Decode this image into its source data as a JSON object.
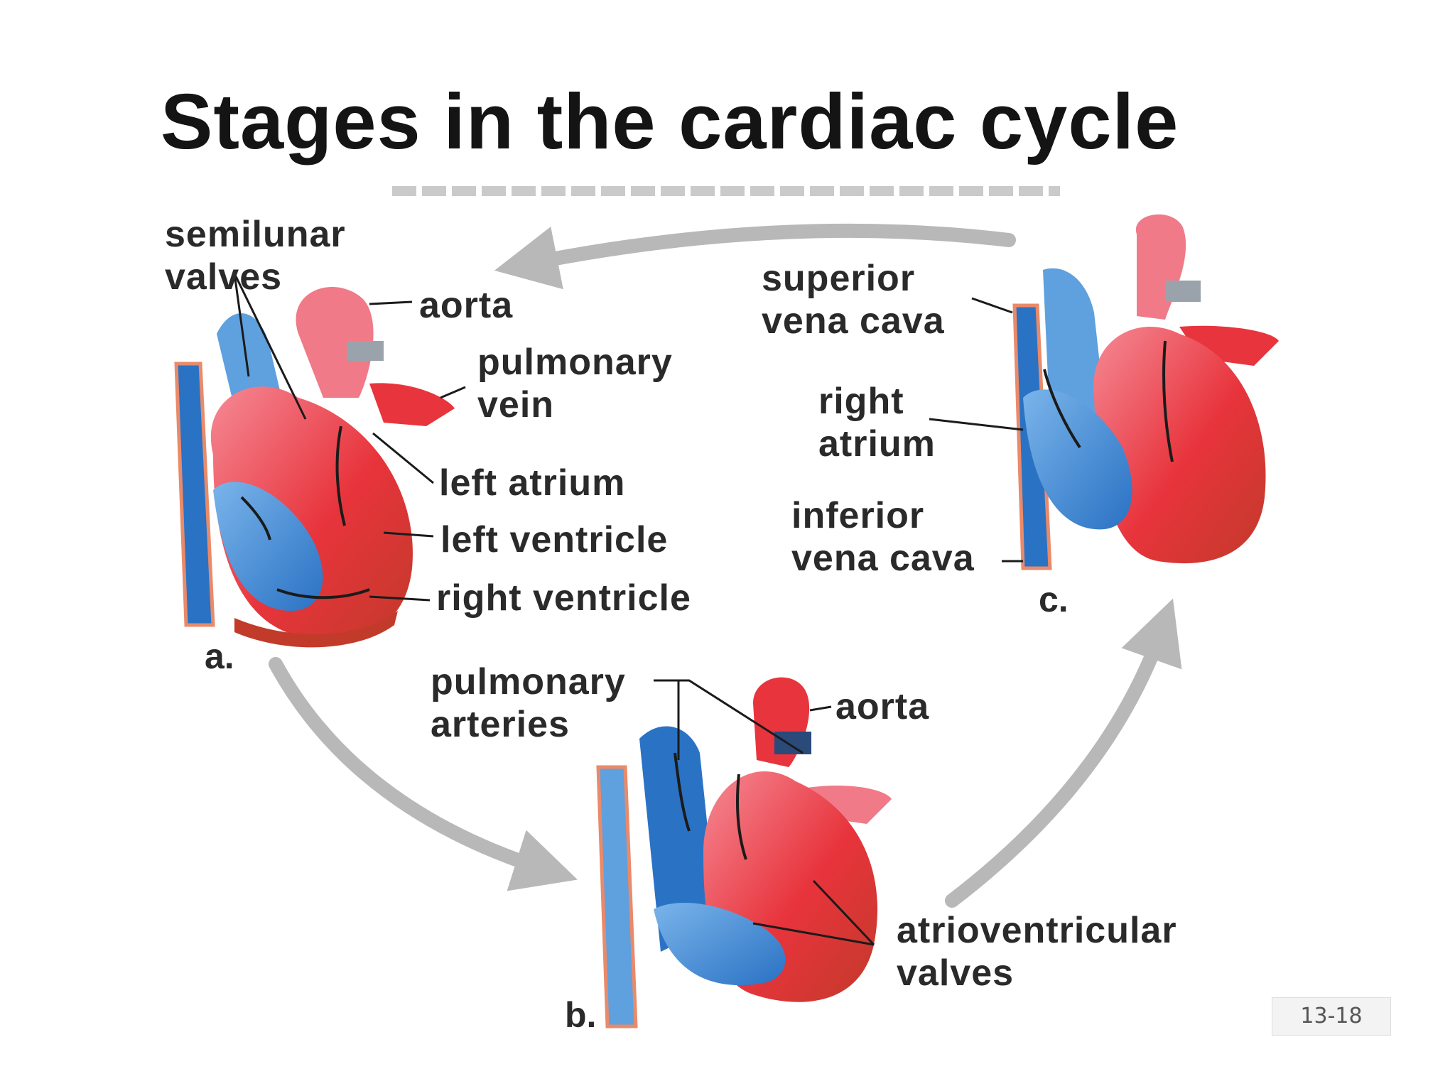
{
  "title": "Stages in the cardiac cycle",
  "colors": {
    "oxygenated": "#e8343c",
    "oxygenated_light": "#f07a88",
    "deoxygenated": "#2a72c4",
    "deoxygenated_light": "#5fa0de",
    "muscle_dark": "#c23a2a",
    "arrow": "#b8b8b8",
    "label_text": "#2a2a2a"
  },
  "stages": [
    {
      "id": "a",
      "marker": "a.",
      "labels": [
        {
          "key": "semilunar_valves",
          "lines": [
            "semilunar",
            "valves"
          ]
        },
        {
          "key": "aorta",
          "lines": [
            "aorta"
          ]
        },
        {
          "key": "pulmonary_vein",
          "lines": [
            "pulmonary",
            "vein"
          ]
        },
        {
          "key": "left_atrium",
          "lines": [
            "left atrium"
          ]
        },
        {
          "key": "left_ventricle",
          "lines": [
            "left ventricle"
          ]
        },
        {
          "key": "right_ventricle",
          "lines": [
            "right ventricle"
          ]
        }
      ]
    },
    {
      "id": "b",
      "marker": "b.",
      "labels": [
        {
          "key": "pulmonary_arteries",
          "lines": [
            "pulmonary",
            "arteries"
          ]
        },
        {
          "key": "aorta",
          "lines": [
            "aorta"
          ]
        },
        {
          "key": "atrioventricular_valves",
          "lines": [
            "atrioventricular",
            "valves"
          ]
        }
      ]
    },
    {
      "id": "c",
      "marker": "c.",
      "labels": [
        {
          "key": "superior_vena_cava",
          "lines": [
            "superior",
            "vena cava"
          ]
        },
        {
          "key": "right_atrium",
          "lines": [
            "right",
            "atrium"
          ]
        },
        {
          "key": "inferior_vena_cava",
          "lines": [
            "inferior",
            "vena cava"
          ]
        }
      ]
    }
  ],
  "page_number": "13-18"
}
